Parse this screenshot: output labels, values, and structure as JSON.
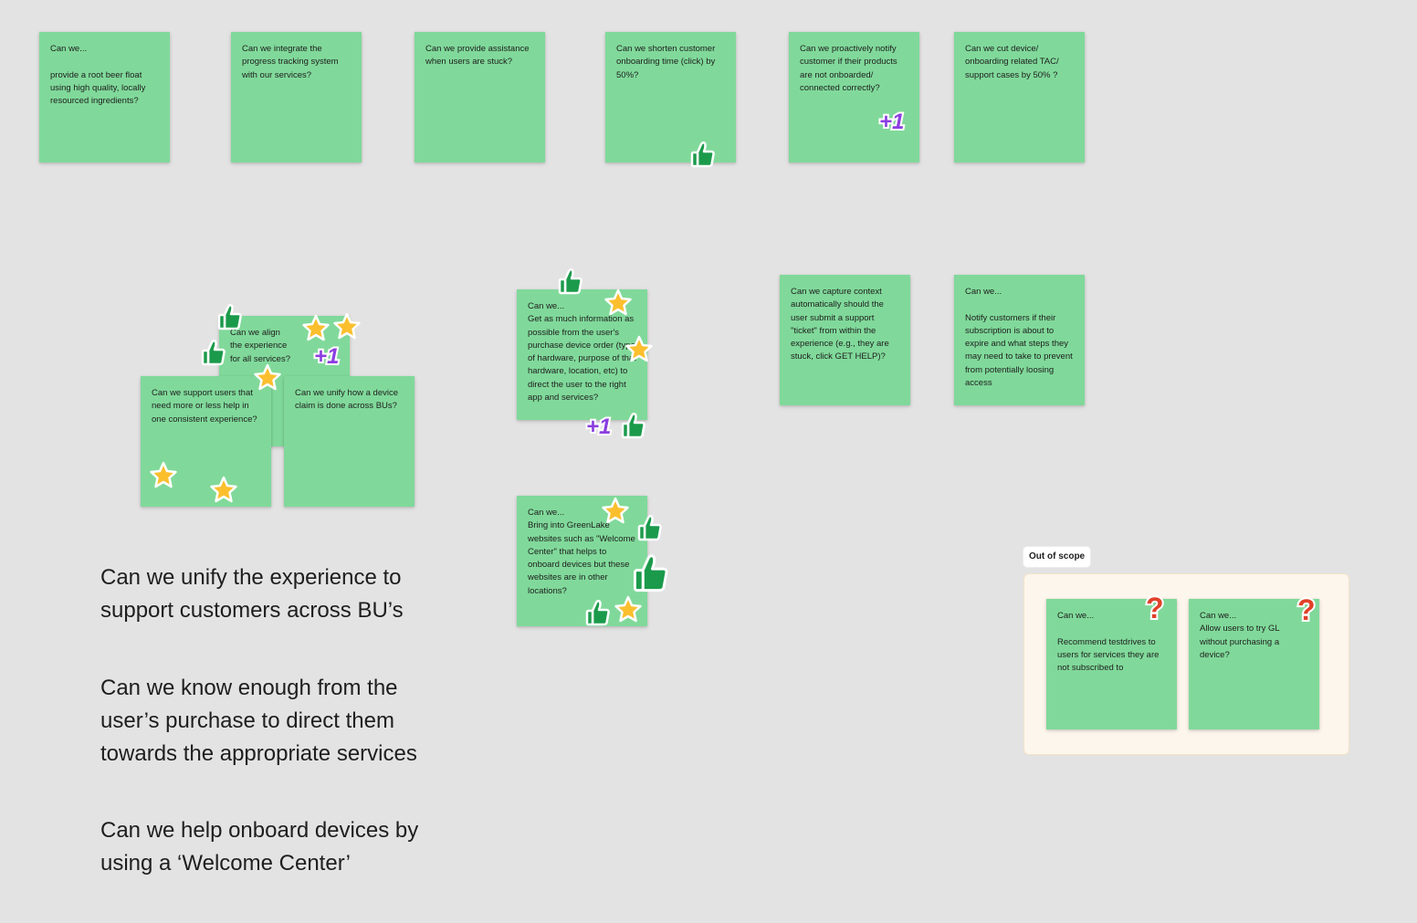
{
  "stickies": {
    "s1": "Can we...\n\nprovide a root beer float using high quality, locally resourced ingredients?",
    "s2": "Can we integrate the progress tracking system with our services?",
    "s3": "Can we provide assistance when users are stuck?",
    "s4": "Can we shorten customer onboarding time (click) by 50%?",
    "s5": "Can we proactively notify customer if their products are not onboarded/ connected correctly?",
    "s6": "Can we cut device/ onboarding related TAC/ support cases by 50% ?",
    "s7": "Can we align the experience for all services?",
    "s8": "Can we support users that need more or less help in one consistent experience?",
    "s9": "Can we unify how a device claim is done across BUs?",
    "s10": "Can we...\nGet as much information as possible from the user's purchase device order (type of hardware, purpose of that hardware, location, etc)  to direct the user to the right app and services?",
    "s11": "Can we capture context automatically should the user submit a support \"ticket\" from within the experience (e.g., they are stuck, click GET HELP)?",
    "s12": "Can we...\n\nNotify customers if their subscription is about to expire and what steps they may need to take to prevent from potentially loosing access",
    "s13": "Can we...\nBring into GreenLake websites such as \"Welcome Center\" that helps to onboard devices but these websites are in other locations?",
    "s14": "Can we...\n\nRecommend testdrives to users for services they are not subscribed to",
    "s15": "Can we...\nAllow users to try GL without purchasing a device?"
  },
  "headings": {
    "h1": "Can we unify the experience to support customers across BU’s",
    "h2": "Can we know enough from the user’s purchase to direct them towards the appropriate services",
    "h3": "Can we help onboard devices by using a ‘Welcome Center’"
  },
  "section": {
    "label": "Out of scope"
  },
  "stickers": {
    "plus_one_label": "+1",
    "question_label": "?"
  },
  "colors": {
    "sticky": "#80d99a",
    "thumb": "#1b9a4b",
    "star": "#fbbf2e",
    "plus_one": "#8b3fe0",
    "question": "#e0422a"
  }
}
